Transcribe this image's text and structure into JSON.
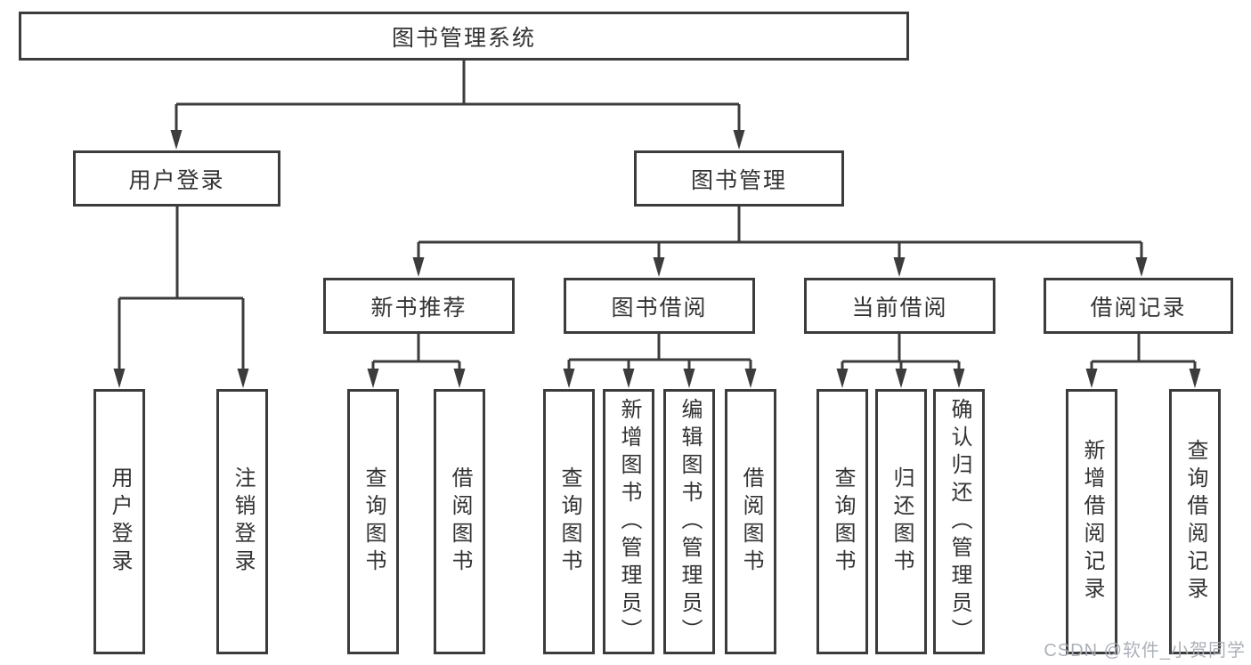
{
  "tree": {
    "root": "图书管理系统",
    "user_login": {
      "label": "用户登录",
      "children": [
        "用户登录",
        "注销登录"
      ]
    },
    "book_mgmt": {
      "label": "图书管理",
      "sections": [
        {
          "label": "新书推荐",
          "children": [
            "查询图书",
            "借阅图书"
          ]
        },
        {
          "label": "图书借阅",
          "children": [
            "查询图书",
            "新增图书（管理员）",
            "编辑图书（管理员）",
            "借阅图书"
          ]
        },
        {
          "label": "当前借阅",
          "children": [
            "查询图书",
            "归还图书",
            "确认归还（管理员）"
          ]
        },
        {
          "label": "借阅记录",
          "children": [
            "新增借阅记录",
            "查询借阅记录"
          ]
        }
      ]
    }
  },
  "watermark": "CSDN @软件_小贺同学",
  "colors": {
    "line": "#3c3c3c",
    "text": "#333333",
    "watermark": "#a8adb5",
    "background": "#ffffff"
  }
}
